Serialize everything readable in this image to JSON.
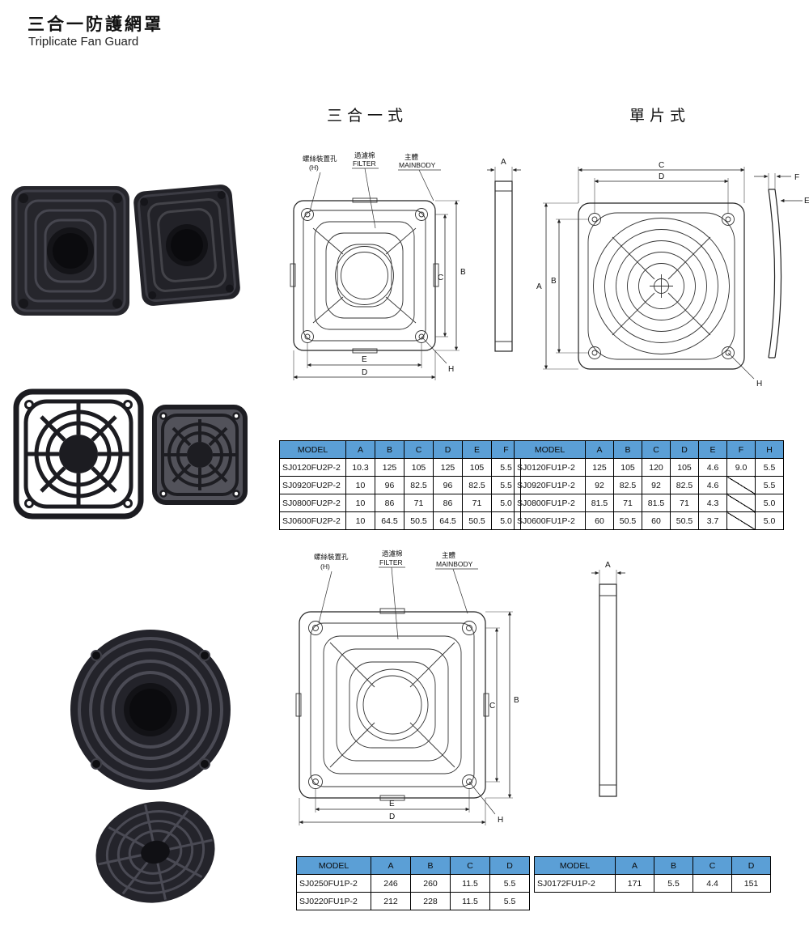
{
  "page": {
    "title_zh": "三合一防護網罩",
    "title_en": "Triplicate Fan Guard",
    "section_triplicate": "三合一式",
    "section_single": "單片式"
  },
  "labels": {
    "screw_hole": "螺絲裝置孔",
    "screw_hole_sub": "(H)",
    "filter_zh": "過濾棉",
    "filter_en": "FILTER",
    "mainbody_zh": "主體",
    "mainbody_en": "MAINBODY",
    "dim_A": "A",
    "dim_B": "B",
    "dim_C": "C",
    "dim_D": "D",
    "dim_E": "E",
    "dim_F": "F",
    "dim_H": "H"
  },
  "tables": {
    "triplicate_square": {
      "headers": [
        "MODEL",
        "A",
        "B",
        "C",
        "D",
        "E",
        "F"
      ],
      "rows": [
        [
          "SJ0120FU2P-2",
          "10.3",
          "125",
          "105",
          "125",
          "105",
          "5.5"
        ],
        [
          "SJ0920FU2P-2",
          "10",
          "96",
          "82.5",
          "96",
          "82.5",
          "5.5"
        ],
        [
          "SJ0800FU2P-2",
          "10",
          "86",
          "71",
          "86",
          "71",
          "5.0"
        ],
        [
          "SJ0600FU2P-2",
          "10",
          "64.5",
          "50.5",
          "64.5",
          "50.5",
          "5.0"
        ]
      ]
    },
    "single_square": {
      "headers": [
        "MODEL",
        "A",
        "B",
        "C",
        "D",
        "E",
        "F",
        "H"
      ],
      "rows": [
        [
          "SJ0120FU1P-2",
          "125",
          "105",
          "120",
          "105",
          "4.6",
          "9.0",
          "5.5"
        ],
        [
          "SJ0920FU1P-2",
          "92",
          "82.5",
          "92",
          "82.5",
          "4.6",
          "",
          "5.5"
        ],
        [
          "SJ0800FU1P-2",
          "81.5",
          "71",
          "81.5",
          "71",
          "4.3",
          "",
          "5.0"
        ],
        [
          "SJ0600FU1P-2",
          "60",
          "50.5",
          "60",
          "50.5",
          "3.7",
          "",
          "5.0"
        ]
      ],
      "na_cells": [
        [
          1,
          6
        ],
        [
          2,
          6
        ],
        [
          3,
          6
        ]
      ]
    },
    "triplicate_round": {
      "headers": [
        "MODEL",
        "A",
        "B",
        "C",
        "D"
      ],
      "rows": [
        [
          "SJ0250FU1P-2",
          "246",
          "260",
          "11.5",
          "5.5"
        ],
        [
          "SJ0220FU1P-2",
          "212",
          "228",
          "11.5",
          "5.5"
        ]
      ]
    },
    "single_round": {
      "headers": [
        "MODEL",
        "A",
        "B",
        "C",
        "D"
      ],
      "rows": [
        [
          "SJ0172FU1P-2",
          "171",
          "5.5",
          "4.4",
          "151"
        ]
      ]
    }
  },
  "colors": {
    "table_header_bg": "#5b9fd6",
    "line": "#222222"
  }
}
